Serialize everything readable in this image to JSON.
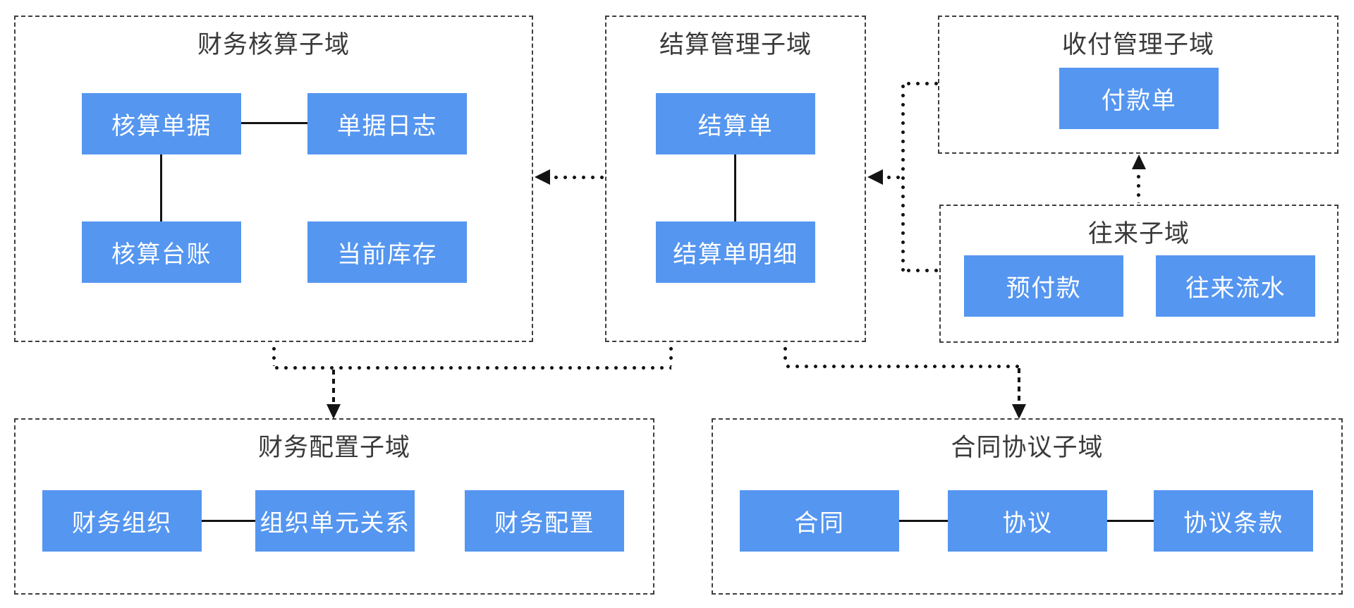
{
  "containers": [
    {
      "id": "financial-accounting",
      "title": "财务核算子域",
      "boxes": [
        "核算单据",
        "单据日志",
        "核算台账",
        "当前库存"
      ]
    },
    {
      "id": "settlement-management",
      "title": "结算管理子域",
      "boxes": [
        "结算单",
        "结算单明细"
      ]
    },
    {
      "id": "payment-management",
      "title": "收付管理子域",
      "boxes": [
        "付款单"
      ]
    },
    {
      "id": "transactions",
      "title": "往来子域",
      "boxes": [
        "预付款",
        "往来流水"
      ]
    },
    {
      "id": "financial-config",
      "title": "财务配置子域",
      "boxes": [
        "财务组织",
        "组织单元关系",
        "财务配置"
      ]
    },
    {
      "id": "contract-agreement",
      "title": "合同协议子域",
      "boxes": [
        "合同",
        "协议",
        "协议条款"
      ]
    }
  ],
  "solid_links": [
    {
      "from": "核算单据",
      "to": "单据日志"
    },
    {
      "from": "核算单据",
      "to": "核算台账"
    },
    {
      "from": "结算单",
      "to": "结算单明细"
    },
    {
      "from": "财务组织",
      "to": "组织单元关系"
    },
    {
      "from": "合同",
      "to": "协议"
    },
    {
      "from": "协议",
      "to": "协议条款"
    }
  ],
  "dotted_arrows": [
    {
      "from": "结算管理子域",
      "to": "财务核算子域"
    },
    {
      "from": "收付管理子域",
      "to": "结算管理子域"
    },
    {
      "from": "往来子域",
      "to": "结算管理子域"
    },
    {
      "from": "往来子域",
      "to": "收付管理子域"
    },
    {
      "from": "财务核算子域",
      "to": "财务配置子域"
    },
    {
      "from": "结算管理子域",
      "to": "财务配置子域"
    },
    {
      "from": "结算管理子域",
      "to": "合同协议子域"
    }
  ],
  "colors": {
    "node_fill": "#5596F0",
    "node_text": "#FFFFFF",
    "container_border": "#3F3F3F",
    "container_title": "#3A3A3A",
    "connector": "#141414",
    "background": "#FFFFFF"
  }
}
